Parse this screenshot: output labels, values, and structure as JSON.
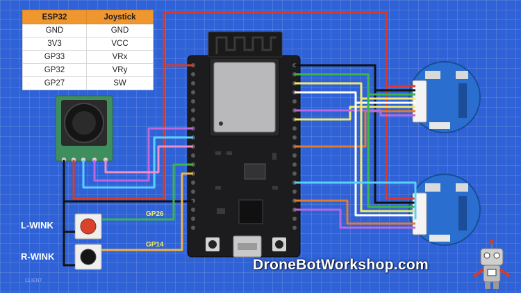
{
  "pin_table": {
    "headers": [
      "ESP32",
      "Joystick"
    ],
    "rows": [
      [
        "GND",
        "GND"
      ],
      [
        "3V3",
        "VCC"
      ],
      [
        "GP33",
        "VRx"
      ],
      [
        "GP32",
        "VRy"
      ],
      [
        "GP27",
        "SW"
      ]
    ]
  },
  "buttons": {
    "left_label": "L-WINK",
    "right_label": "R-WINK"
  },
  "wire_labels": {
    "gp26": "GP26",
    "gp14": "GP14"
  },
  "brand": "DroneBotWorkshop.com",
  "watermark": "CLIENT",
  "colors": {
    "background": "#2f62d6",
    "table_header": "#f0962f",
    "wire_red": "#d63a2a",
    "wire_black": "#111111",
    "wire_green": "#3bb54a",
    "wire_yellow": "#f3e86a",
    "wire_orange": "#e07b30",
    "wire_blue": "#5ad0ff",
    "wire_pink": "#ef8fc7",
    "wire_purple": "#b968e0",
    "wire_white": "#ffffff",
    "lcd_blue": "#2a6fcf",
    "button_red": "#d8432c"
  },
  "icons": [
    "joystick-module-icon",
    "esp32-board-icon",
    "wifi-antenna-icon",
    "round-lcd-module-icon",
    "pushbutton-icon",
    "robot-mascot-icon"
  ]
}
